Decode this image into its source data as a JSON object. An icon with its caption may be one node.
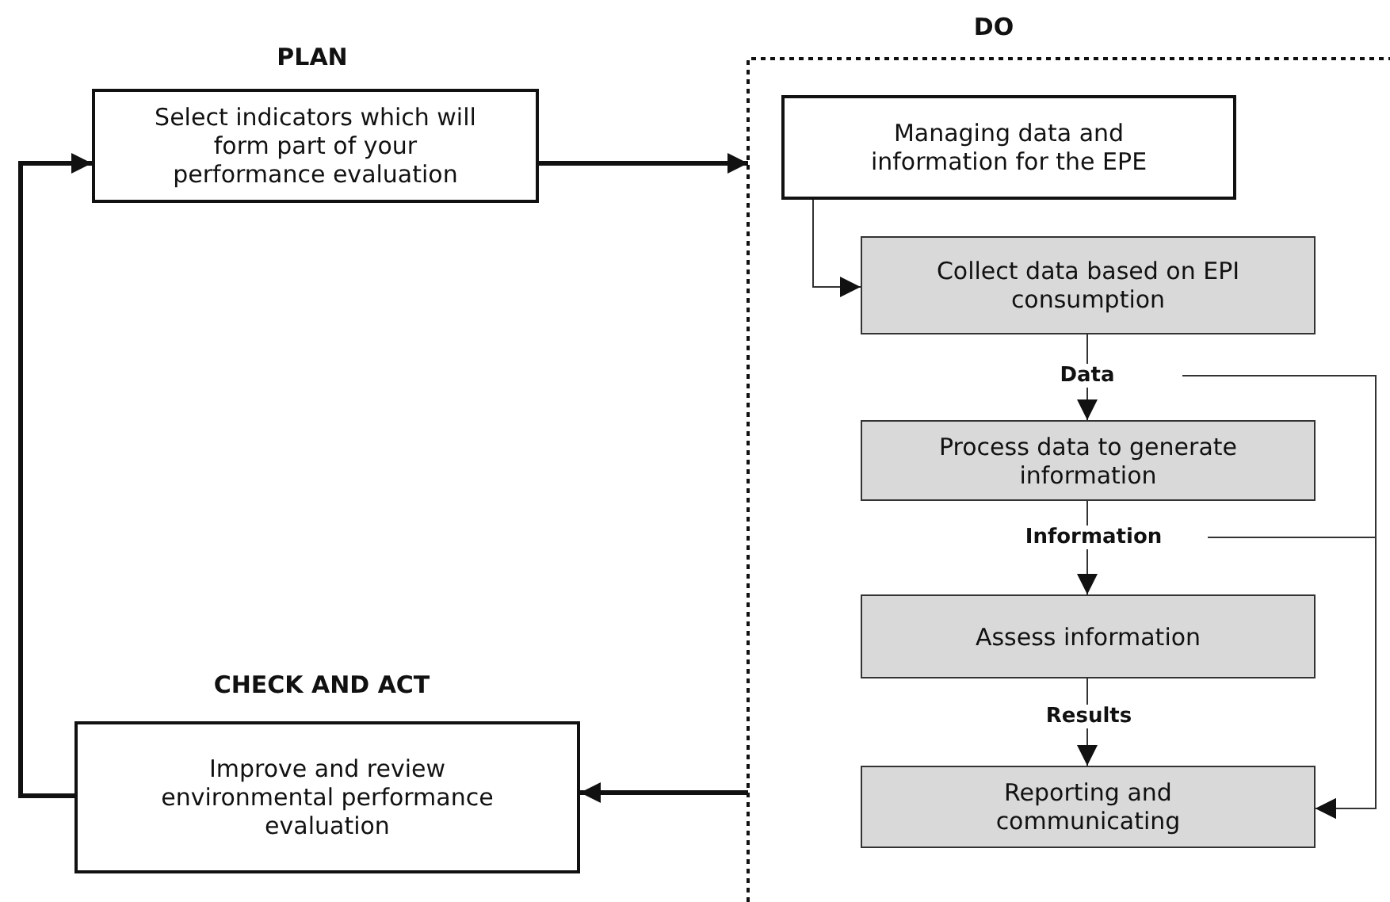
{
  "diagram": {
    "nodes": [
      {
        "text": [
          "PLAN",
          "Select indicators which will form part of your performance evaluation"
        ]
      },
      {
        "text": [
          "DO"
        ]
      },
      {
        "text": [
          "Managing data and information for the EPE"
        ],
        "in": 1
      },
      {
        "text": [
          "Collect data based on EPI consumption"
        ],
        "in": 1
      },
      {
        "text": [
          "Process data to generate information"
        ],
        "in": 1
      },
      {
        "text": [
          "Assess information"
        ],
        "in": 1
      },
      {
        "text": [
          "Reporting and communicating"
        ],
        "in": 1
      },
      {
        "text": [
          "CHECK AND ACT",
          "Improve and review environmental performance evaluation"
        ]
      }
    ],
    "edges": [
      {
        "from": 0,
        "to": 1,
        "arrow": "to",
        "style": "thick"
      },
      {
        "from": 1,
        "to": 7,
        "arrow": "to",
        "style": "thick"
      },
      {
        "from": 7,
        "to": 0,
        "arrow": "to",
        "style": "thick"
      },
      {
        "from": 2,
        "to": 3,
        "arrow": "to"
      },
      {
        "from": 3,
        "to": 4,
        "arrow": "to",
        "label": "Data"
      },
      {
        "from": 4,
        "to": 5,
        "arrow": "to",
        "label": "Information"
      },
      {
        "from": 5,
        "to": 6,
        "arrow": "to",
        "label": "Results"
      },
      {
        "from": 3,
        "to": 6,
        "arrow": "to"
      },
      {
        "from": 4,
        "to": 6,
        "arrow": "to"
      }
    ]
  }
}
